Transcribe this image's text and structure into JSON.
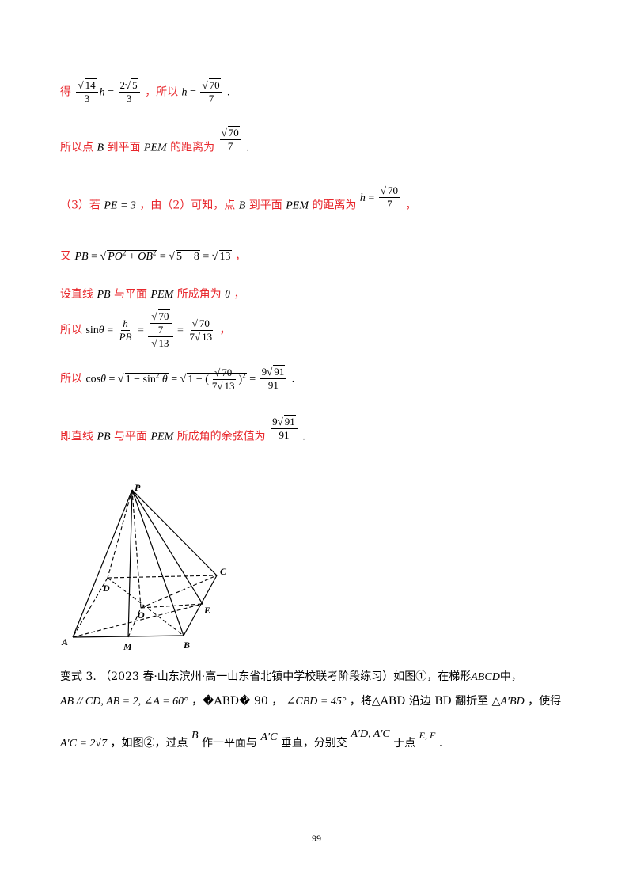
{
  "lines": {
    "l1": {
      "pre": "得",
      "mid": "，所以",
      "end": "."
    },
    "l2": {
      "pre": "所以点",
      "pt": "B",
      "mid": "到平面",
      "plane": "PEM",
      "post": "的距离为",
      "end": "."
    },
    "l3": {
      "pre": "（3）若",
      "eq": "PE = 3",
      "mid": "，由（2）可知，点",
      "pt": "B",
      "mid2": "到平面",
      "plane": "PEM",
      "post": "的距离为",
      "end": "，"
    },
    "l4": {
      "pre": "又",
      "end": "，"
    },
    "l5": {
      "pre": "设直线",
      "line": "PB",
      "mid": "与平面",
      "plane": "PEM",
      "post": "所成角为",
      "theta": "θ",
      "end": "，"
    },
    "l6": {
      "pre": "所以",
      "end": "，"
    },
    "l7": {
      "pre": "所以",
      "end": "."
    },
    "l8": {
      "pre": "即直线",
      "line": "PB",
      "mid": "与平面",
      "plane": "PEM",
      "post": "所成角的余弦值为",
      "end": "."
    }
  },
  "figure": {
    "labels": [
      "P",
      "C",
      "D",
      "O",
      "E",
      "A",
      "M",
      "B"
    ]
  },
  "problem": {
    "head": "变式 3. （2023 春·山东滨州·高一山东省北镇中学校联考阶段练习）如图①，在梯形",
    "abcd": "ABCD",
    "zhong": "中，",
    "cond1": "AB // CD, AB = 2, ∠A = 60°",
    "cond2": "，�ABD� 90 ，",
    "cond3": "∠CBD = 45°",
    "cond4": "，将△ABD 沿边 BD 翻折至",
    "cond5": "△A′BD",
    "cond6": "，使得",
    "l3a": "A′C = 2√7",
    "l3b": "，如图②，过点",
    "l3B": "B",
    "l3c": "作一平面与",
    "l3AC": "A′C",
    "l3d": "垂直，分别交",
    "l3ADAC": "A′D, A′C",
    "l3e": "于点",
    "l3EF": "E, F",
    "l3f": "."
  },
  "page_number": "99"
}
